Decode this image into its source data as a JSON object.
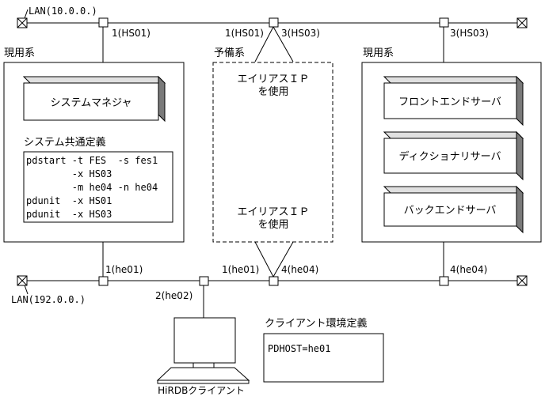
{
  "networks": {
    "top_lan": "LAN(10.0.0.)",
    "bottom_lan": "LAN(192.0.0.)"
  },
  "ports": {
    "hs01_left": "1(HS01)",
    "hs01_mid": "1(HS01)",
    "hs03_mid": "3(HS03)",
    "hs03_right": "3(HS03)",
    "he01_left": "1(he01)",
    "he01_mid": "1(he01)",
    "he04_mid": "4(he04)",
    "he04_right": "4(he04)",
    "he02": "2(he02)"
  },
  "left_host": {
    "label": "現用系",
    "system_manager": "システムマネジャ",
    "common_def_title": "システム共通定義",
    "common_def_lines": [
      "pdstart -t FES  -s fes1",
      "        -x HS03",
      "        -m he04 -n he04",
      "pdunit  -x HS01",
      "pdunit  -x HS03"
    ]
  },
  "standby_host": {
    "label": "予備系",
    "alias_top_1": "エイリアスＩＰ",
    "alias_top_2": "を使用",
    "alias_bottom_1": "エイリアスＩＰ",
    "alias_bottom_2": "を使用"
  },
  "right_host": {
    "label": "現用系",
    "servers": [
      "フロントエンドサーバ",
      "ディクショナリサーバ",
      "バックエンドサーバ"
    ]
  },
  "client": {
    "label": "HiRDBクライアント",
    "def_title": "クライアント環境定義",
    "def_value": "PDHOST=he01"
  }
}
